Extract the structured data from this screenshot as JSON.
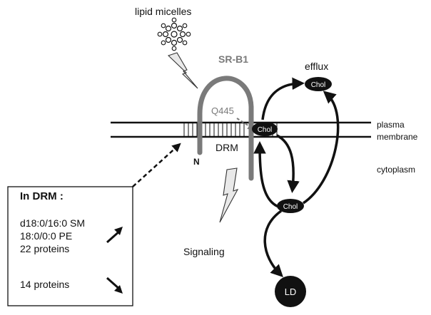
{
  "labels": {
    "lipid_micelles": "lipid micelles",
    "sr_b1": "SR-B1",
    "efflux": "efflux",
    "q445": "Q445",
    "chol_efflux": "Chol",
    "chol_membrane": "Chol",
    "chol_cyto": "Chol",
    "plasma": "plasma",
    "membrane": "membrane",
    "cytoplasm": "cytoplasm",
    "drm": "DRM",
    "n_terminus": "N",
    "signaling": "Signaling",
    "ld": "LD"
  },
  "box": {
    "title": "In DRM :",
    "up_items": [
      "d18:0/16:0 SM",
      "18:0/0:0 PE",
      "22 proteins"
    ],
    "down_items": [
      "14 proteins"
    ]
  },
  "colors": {
    "ink": "#111111",
    "receptor_gray": "#7a7a7a",
    "bolt_fill": "#e9e9e9",
    "node_fill": "#111111"
  },
  "icons": {
    "up_arrow": "arrow-up-right-icon",
    "down_arrow": "arrow-down-right-icon",
    "micelle": "micelle-icon",
    "bolt": "lightning-bolt-icon"
  }
}
